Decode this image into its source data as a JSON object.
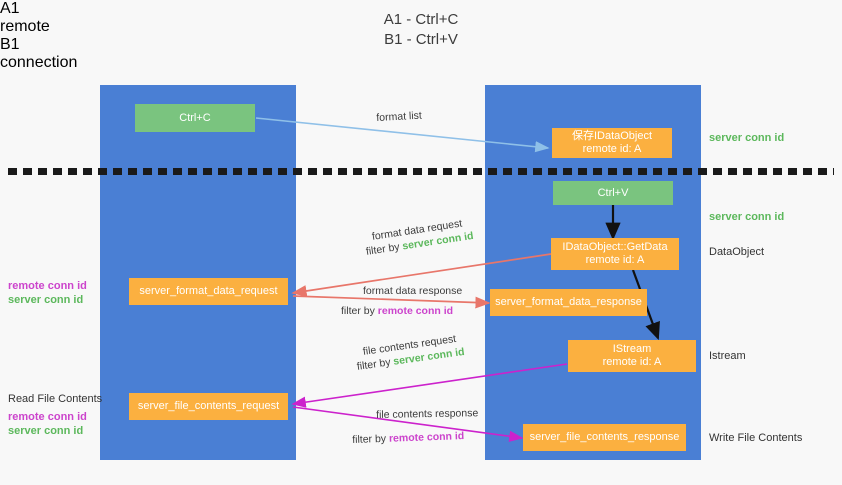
{
  "title": {
    "line1": "A1 - Ctrl+C",
    "line2": "B1 - Ctrl+V"
  },
  "lanes": [
    {
      "id": "a1",
      "name": "A1",
      "role": "remote"
    },
    {
      "id": "b1",
      "name": "B1",
      "role": "connection"
    }
  ],
  "nodes": {
    "ctrl_c": {
      "line1": "Ctrl+C",
      "line2": ""
    },
    "save_dataobj": {
      "line1": "保存IDataObject",
      "line2": "remote id: A"
    },
    "ctrl_v": {
      "line1": "Ctrl+V",
      "line2": ""
    },
    "getdata": {
      "line1": "IDataObject::GetData",
      "line2": "remote id: A"
    },
    "fmt_req": {
      "line1": "server_format_data_request",
      "line2": ""
    },
    "fmt_resp": {
      "line1": "server_format_data_response",
      "line2": ""
    },
    "istream": {
      "line1": "IStream",
      "line2": "remote id: A"
    },
    "file_req": {
      "line1": "server_file_contents_request",
      "line2": ""
    },
    "file_resp": {
      "line1": "server_file_contents_response",
      "line2": ""
    }
  },
  "right_labels": {
    "server_conn_id_1": "server conn id",
    "server_conn_id_2": "server conn id",
    "dataobject": "DataObject",
    "istream": "Istream",
    "write_file_contents": "Write File Contents"
  },
  "left_labels": {
    "remote_conn_id_1": "remote conn id",
    "server_conn_id_1": "server conn id",
    "read_file_contents": "Read File Contents",
    "remote_conn_id_2": "remote conn id",
    "server_conn_id_2": "server conn id"
  },
  "edges": {
    "format_list": "format list",
    "fmt_req_title": "format data request",
    "fmt_req_filter_prefix": "filter by ",
    "fmt_req_filter_value": "server conn id",
    "fmt_resp_title": "format data response",
    "fmt_resp_filter_prefix": "filter by ",
    "fmt_resp_filter_value": "remote conn id",
    "file_req_title": "file contents request",
    "file_req_filter_prefix": "filter by ",
    "file_req_filter_value": "server conn id",
    "file_resp_title": "file contents response",
    "file_resp_filter_prefix": "filter by ",
    "file_resp_filter_value": "remote conn id"
  },
  "colors": {
    "lane": "#4a7fd4",
    "green_node": "#7ac47f",
    "orange_node": "#fbb040",
    "server_conn": "#5cb85c",
    "remote_conn": "#cc44cc",
    "arrow_blue": "#8fc0e8",
    "arrow_red": "#e8766a",
    "arrow_black": "#111111",
    "arrow_magenta": "#cc22cc"
  }
}
